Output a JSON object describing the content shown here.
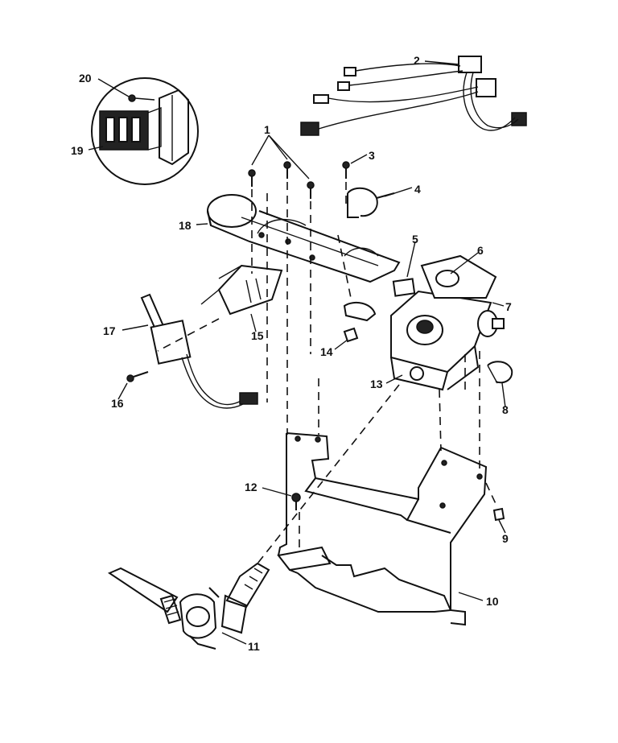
{
  "diagram": {
    "labels": [
      {
        "id": "p1",
        "text": "1"
      },
      {
        "id": "p2",
        "text": "2"
      },
      {
        "id": "p3",
        "text": "3"
      },
      {
        "id": "p4",
        "text": "4"
      },
      {
        "id": "p5",
        "text": "5"
      },
      {
        "id": "p6",
        "text": "6"
      },
      {
        "id": "p7",
        "text": "7"
      },
      {
        "id": "p8",
        "text": "8"
      },
      {
        "id": "p9",
        "text": "9"
      },
      {
        "id": "p10",
        "text": "10"
      },
      {
        "id": "p11",
        "text": "11"
      },
      {
        "id": "p12",
        "text": "12"
      },
      {
        "id": "p13",
        "text": "13"
      },
      {
        "id": "p14",
        "text": "14"
      },
      {
        "id": "p15",
        "text": "15"
      },
      {
        "id": "p16",
        "text": "16"
      },
      {
        "id": "p17",
        "text": "17"
      },
      {
        "id": "p18",
        "text": "18"
      },
      {
        "id": "p19",
        "text": "19"
      },
      {
        "id": "p20",
        "text": "20"
      }
    ],
    "colors": {
      "line": "#111111",
      "background": "#ffffff"
    }
  }
}
